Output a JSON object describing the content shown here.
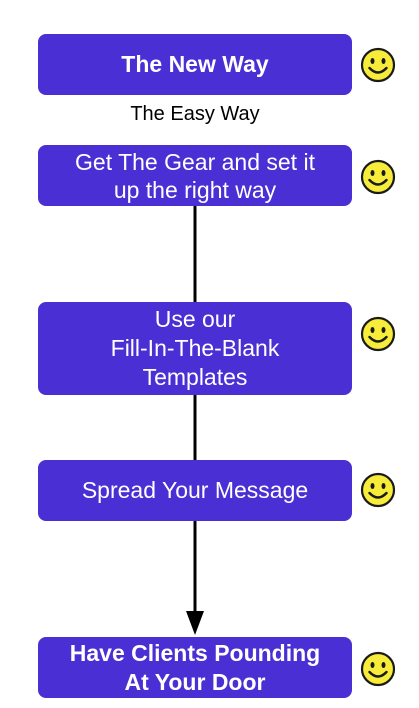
{
  "diagram": {
    "colors": {
      "box_fill": "#4a30d4",
      "box_text": "#ffffff",
      "connector": "#000000",
      "smiley_face": "#f7ec3a",
      "smiley_outline": "#1a1a1a"
    },
    "header": {
      "title": "The New Way",
      "subtitle": "The Easy Way"
    },
    "steps": [
      {
        "label": "Get The Gear and set it\nup the right way",
        "icon": "smiley-icon"
      },
      {
        "label": "Use our\nFill-In-The-Blank\nTemplates",
        "icon": "smiley-icon"
      },
      {
        "label": "Spread Your Message",
        "icon": "smiley-icon"
      },
      {
        "label": "Have Clients Pounding\nAt Your Door",
        "icon": "smiley-icon"
      }
    ]
  }
}
